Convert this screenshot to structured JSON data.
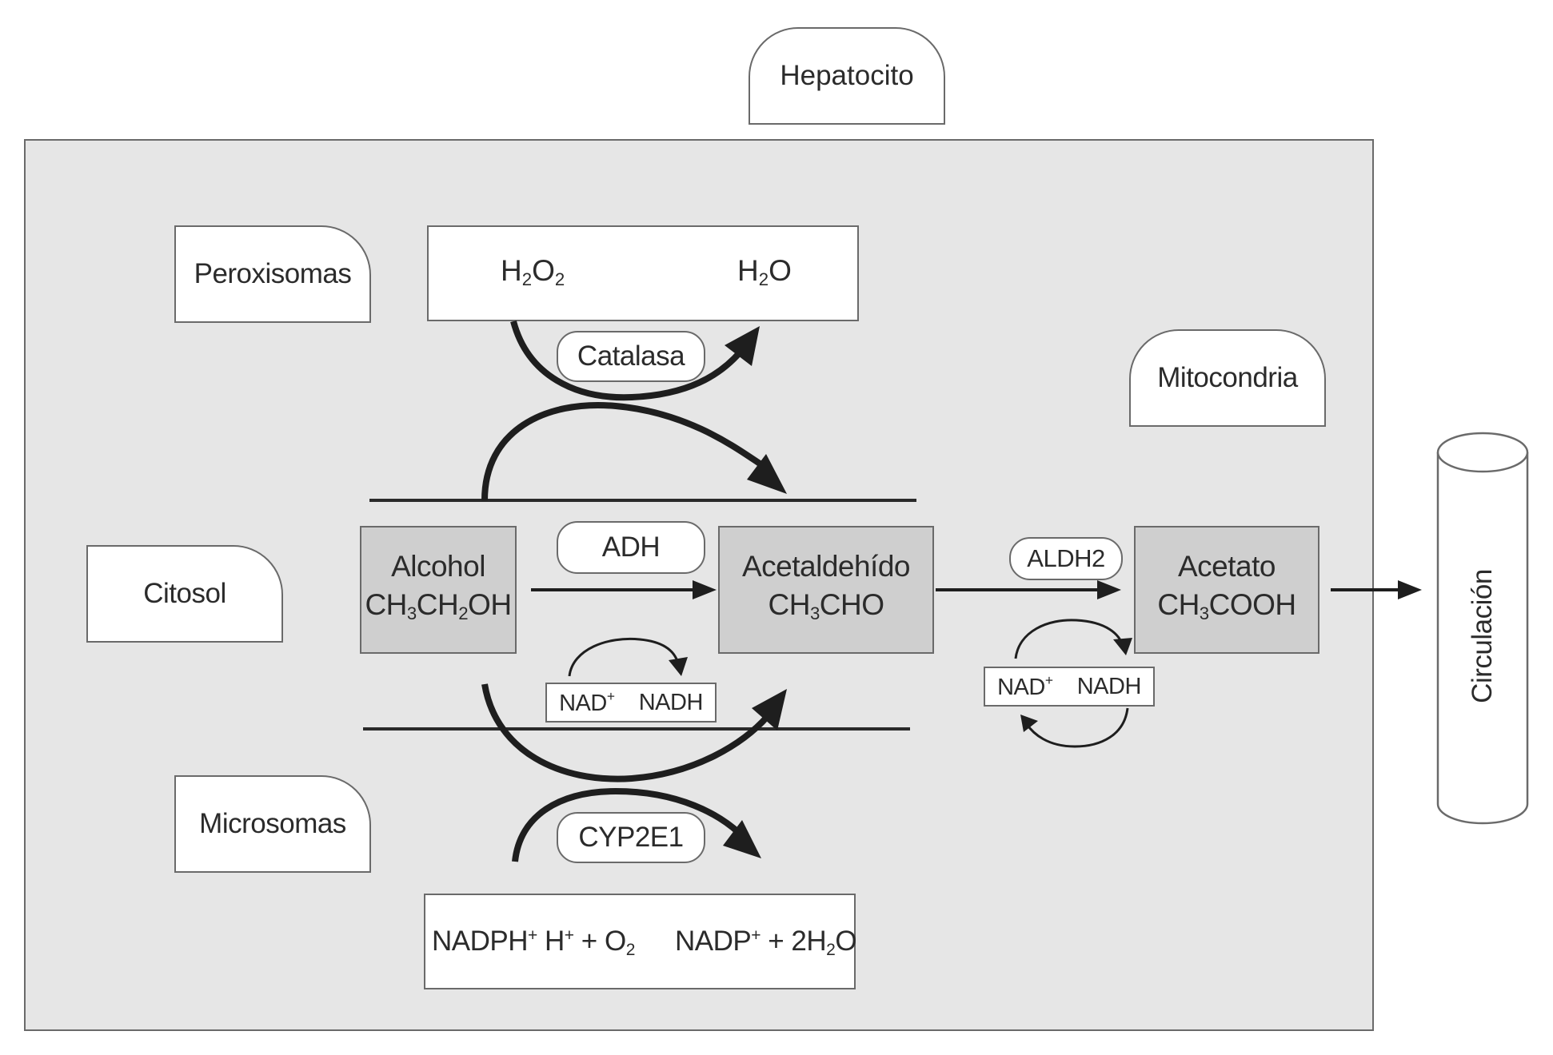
{
  "labels": {
    "hepatocito": "Hepatocito",
    "peroxisomas": "Peroxisomas",
    "mitocondria": "Mitocondria",
    "citosol": "Citosol",
    "microsomas": "Microsomas",
    "circulacion": "Circulación"
  },
  "peroxisome_box": {
    "h2o2": {
      "base1": "H",
      "sub1": "2",
      "base2": "O",
      "sub2": "2"
    },
    "h2o": {
      "base1": "H",
      "sub1": "2",
      "base2": "O"
    }
  },
  "enzymes": {
    "catalasa": "Catalasa",
    "adh": "ADH",
    "aldh2": "ALDH2",
    "cyp2e1": "CYP2E1"
  },
  "compounds": {
    "alcohol": {
      "name": "Alcohol",
      "f1": "CH",
      "s1": "3",
      "f2": "CH",
      "s2": "2",
      "f3": "OH"
    },
    "acetaldehido": {
      "name": "Acetaldehído",
      "f1": "CH",
      "s1": "3",
      "f2": "CHO"
    },
    "acetato": {
      "name": "Acetato",
      "f1": "CH",
      "s1": "3",
      "f2": "COOH"
    }
  },
  "cofactors": {
    "nad": "NAD",
    "nad_sup": "+",
    "nadh": "NADH"
  },
  "microsome_box": {
    "left": {
      "a": "NADPH",
      "a_sup": "+",
      "b": " H",
      "b_sup": "+",
      "c": " + O",
      "c_sub": "2"
    },
    "right": {
      "a": "NADP",
      "a_sup": "+",
      "b": " + 2H",
      "b_sub": "2",
      "c": "O"
    }
  },
  "colors": {
    "cell_background": "#e6e6e6",
    "compound_box": "#cfcfcf",
    "border": "#6a6a6a",
    "arrow": "#1e1e1e"
  }
}
